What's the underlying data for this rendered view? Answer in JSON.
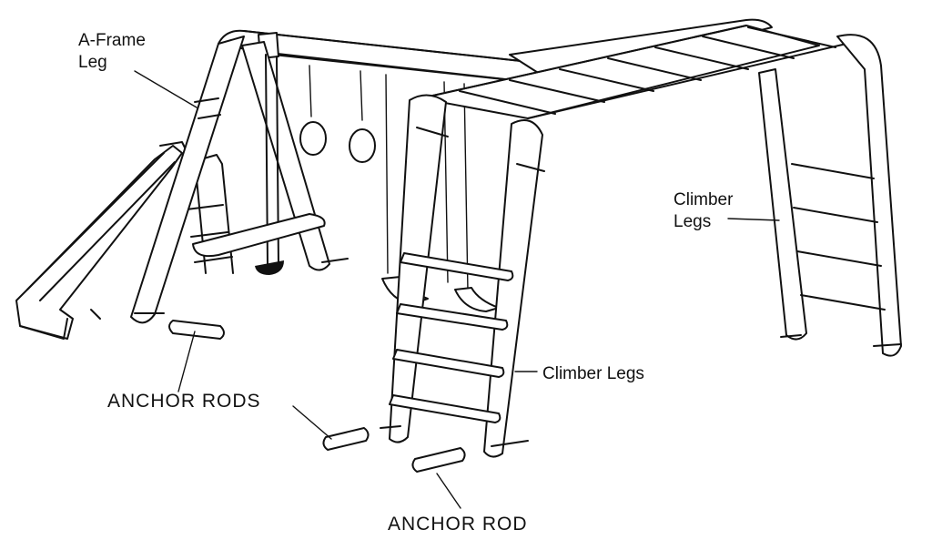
{
  "labels": {
    "a_frame_leg_line1": "A-Frame",
    "a_frame_leg_line2": "Leg",
    "climber_legs_right_line1": "Climber",
    "climber_legs_right_line2": "Legs",
    "climber_legs_front": "Climber Legs",
    "anchor_rods": "ANCHOR RODS",
    "anchor_rod": "ANCHOR ROD"
  }
}
